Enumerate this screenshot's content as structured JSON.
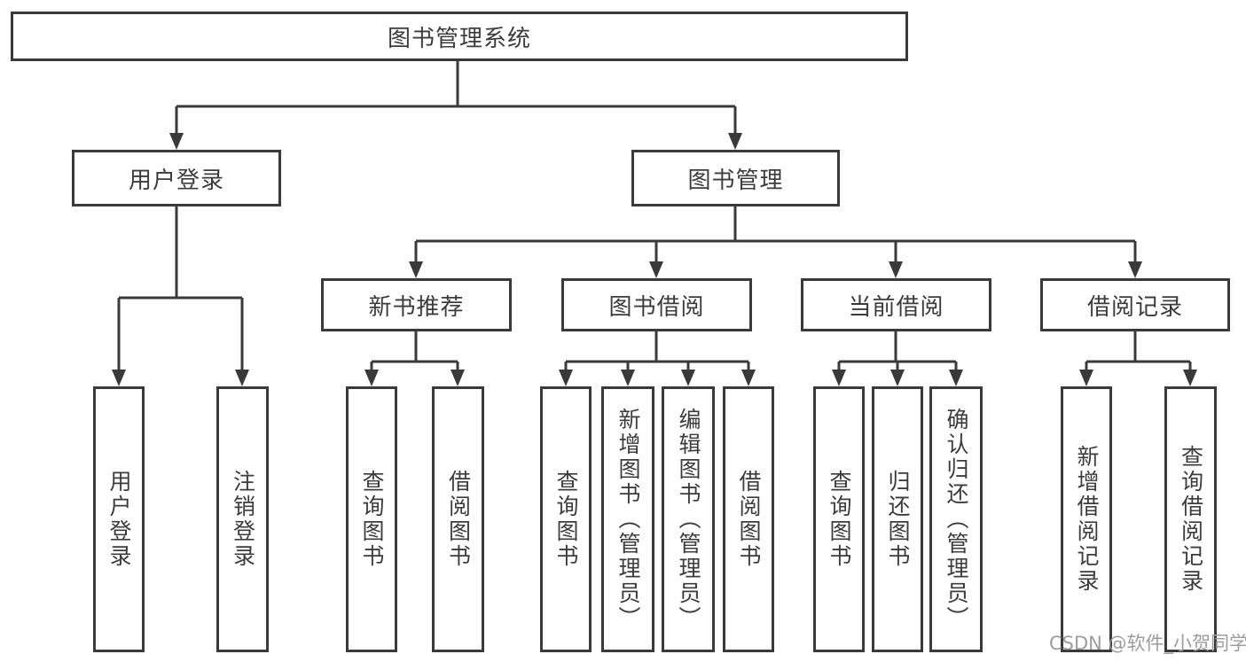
{
  "colors": {
    "stroke": "#3a3a3a",
    "text": "#3c3c3c",
    "watermark_color": "#9d9d9d",
    "background": "#ffffff"
  },
  "watermark": "CSDN @软件_小贺同学",
  "tree": {
    "root": {
      "label": "图书管理系统"
    },
    "branches": [
      {
        "label": "用户登录",
        "leaves": [
          {
            "label": "用户登录"
          },
          {
            "label": "注销登录"
          }
        ]
      },
      {
        "label": "图书管理",
        "groups": [
          {
            "label": "新书推荐",
            "leaves": [
              {
                "label": "查询图书"
              },
              {
                "label": "借阅图书"
              }
            ]
          },
          {
            "label": "图书借阅",
            "leaves": [
              {
                "label": "查询图书"
              },
              {
                "label": "新增图书（管理员）"
              },
              {
                "label": "编辑图书（管理员）"
              },
              {
                "label": "借阅图书"
              }
            ]
          },
          {
            "label": "当前借阅",
            "leaves": [
              {
                "label": "查询图书"
              },
              {
                "label": "归还图书"
              },
              {
                "label": "确认归还（管理员）"
              }
            ]
          },
          {
            "label": "借阅记录",
            "leaves": [
              {
                "label": "新增借阅记录"
              },
              {
                "label": "查询借阅记录"
              }
            ]
          }
        ]
      }
    ]
  }
}
